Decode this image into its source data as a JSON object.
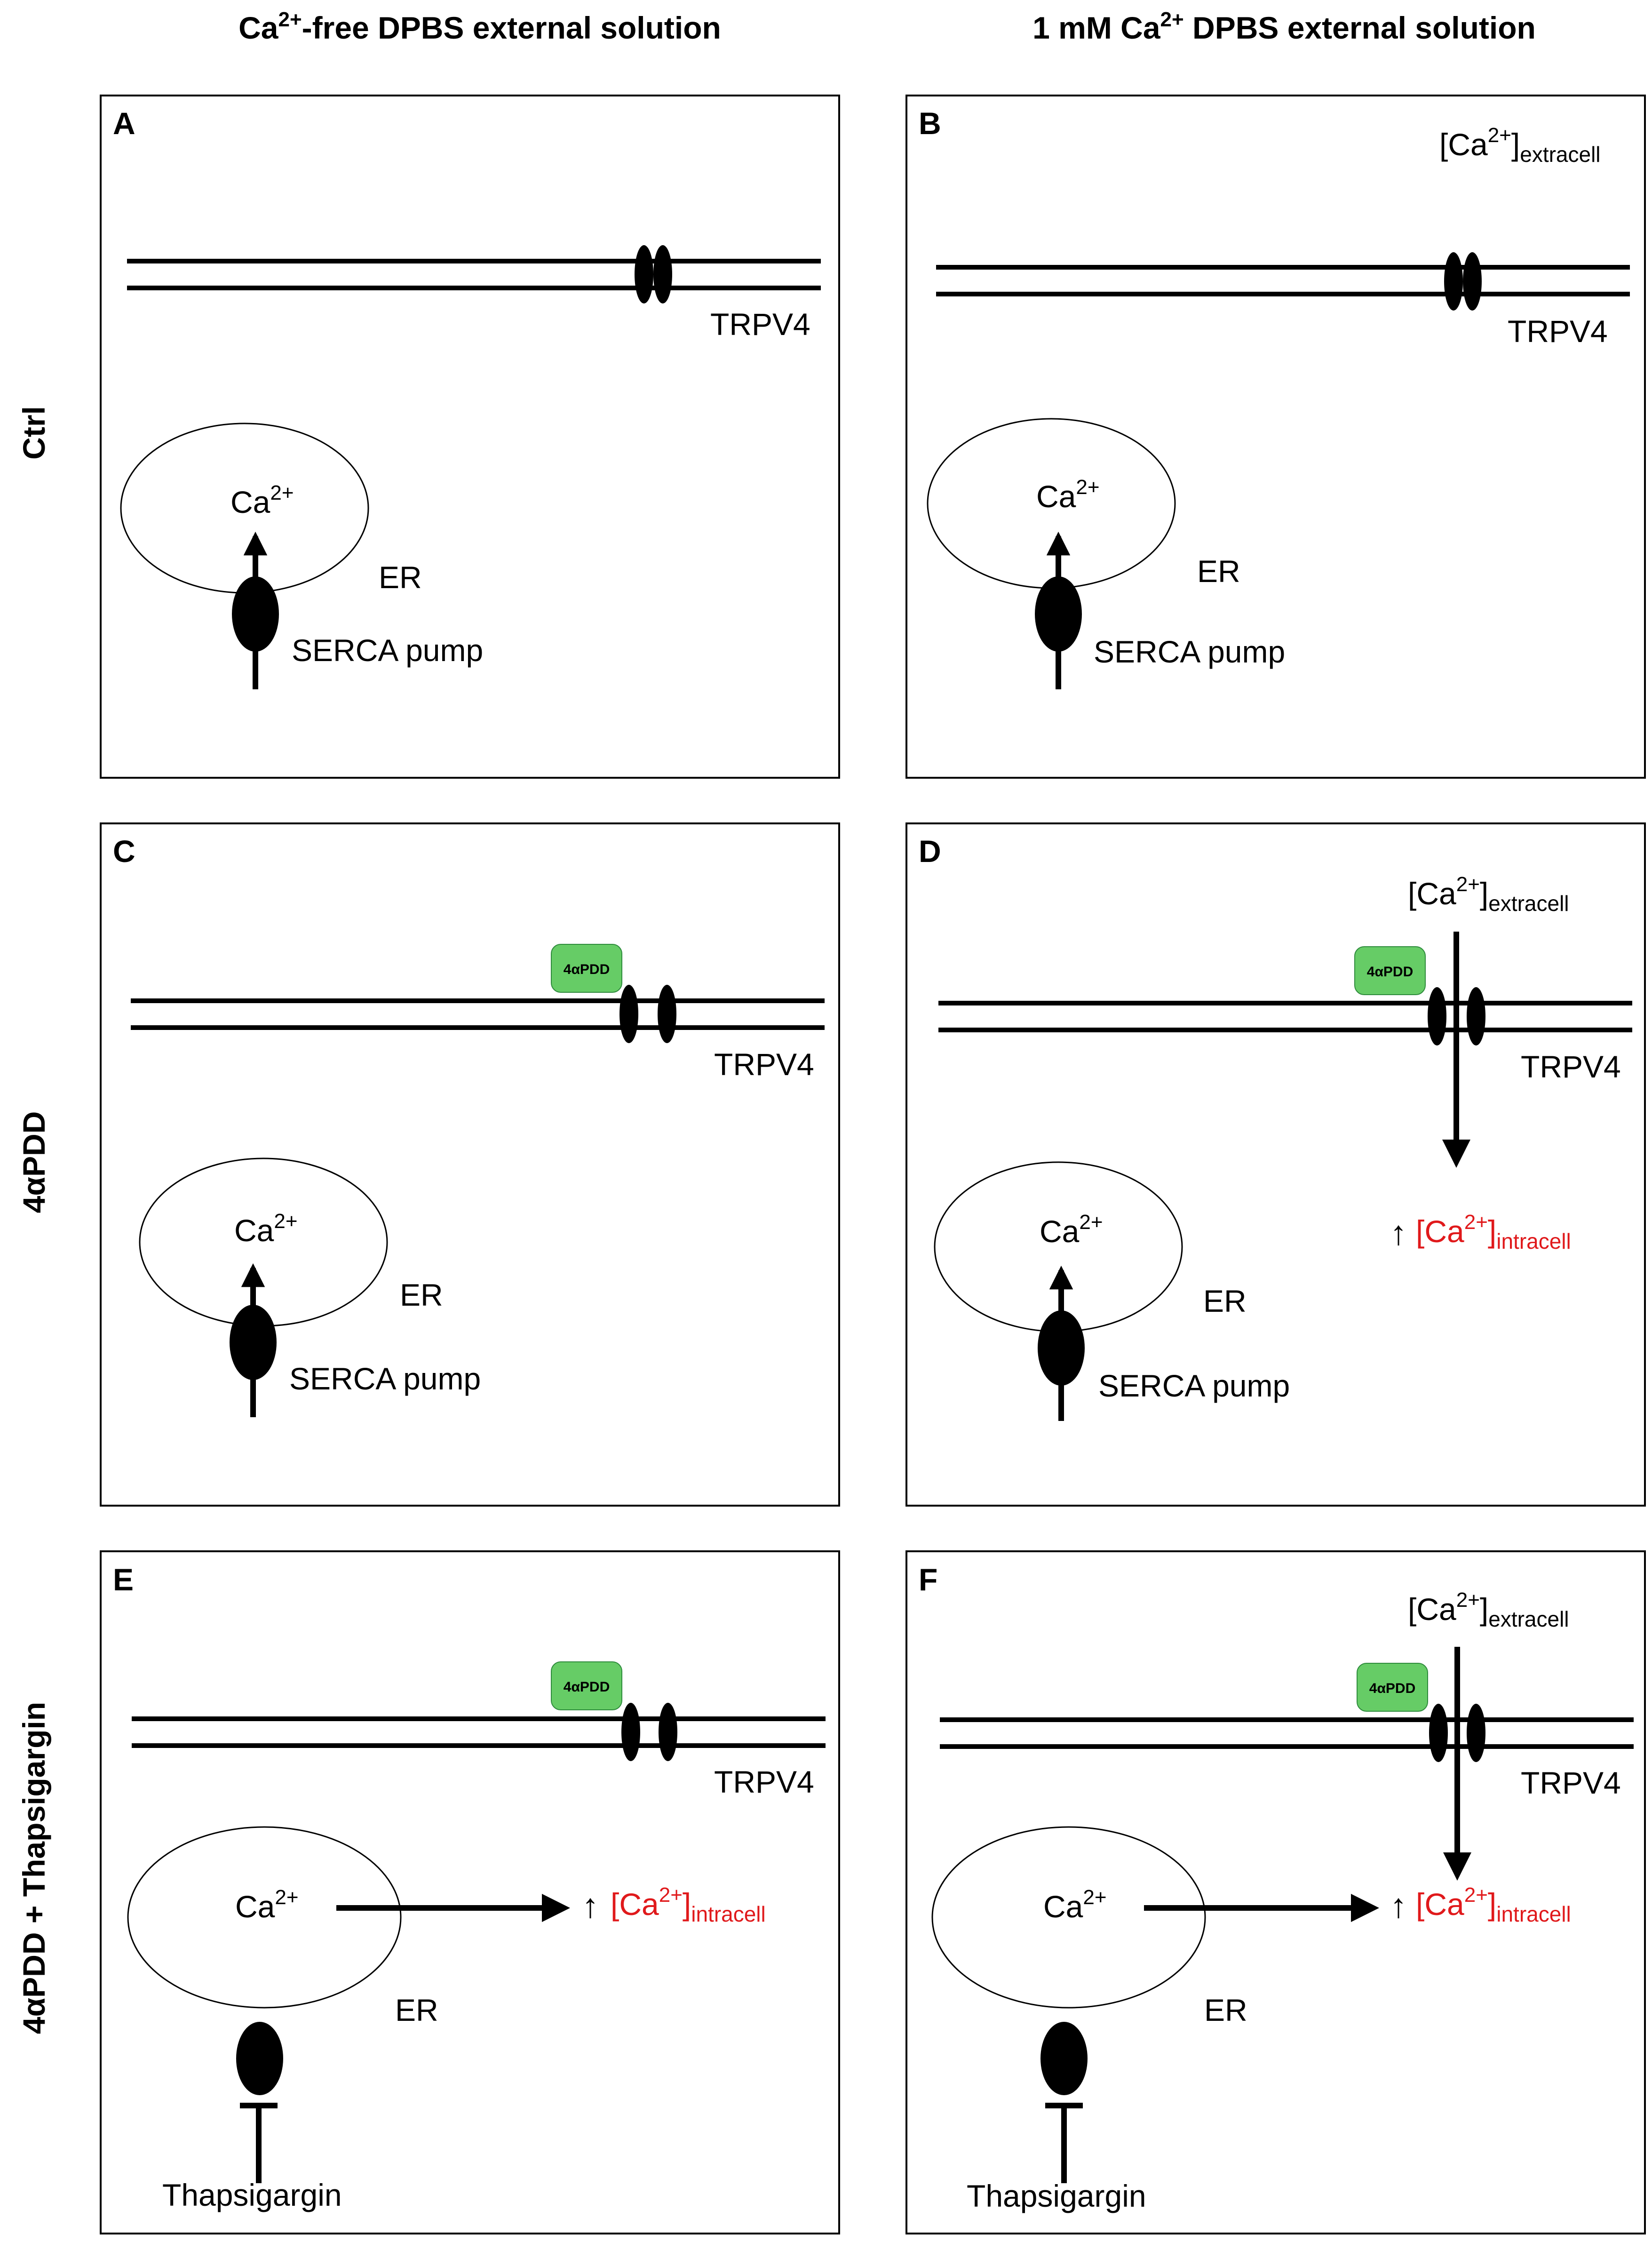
{
  "headers": {
    "col1": {
      "prefix": "Ca",
      "sup": "2+",
      "suffix": "-free DPBS external solution"
    },
    "col2": {
      "prefix": "1 mM Ca",
      "sup": "2+",
      "suffix": " DPBS external solution"
    }
  },
  "rows": {
    "row1": "Ctrl",
    "row2": "4αPDD",
    "row3": "4αPDD + Thapsigargin"
  },
  "panels": {
    "A": {
      "letter": "A"
    },
    "B": {
      "letter": "B"
    },
    "C": {
      "letter": "C"
    },
    "D": {
      "letter": "D"
    },
    "E": {
      "letter": "E"
    },
    "F": {
      "letter": "F"
    }
  },
  "labels": {
    "trpv4": "TRPV4",
    "er": "ER",
    "serca": "SERCA pump",
    "ca": "Ca",
    "ca_sup": "2+",
    "drug": "4αPDD",
    "thapsigargin": "Thapsigargin",
    "bracket_open": "[Ca",
    "bracket_close": "]",
    "extracell": "extracell",
    "intracell": "intracell",
    "up_arrow": "↑"
  },
  "colors": {
    "intracellular_text": "#e0191b",
    "drug_fill": "#66cc66",
    "line": "#000000"
  }
}
